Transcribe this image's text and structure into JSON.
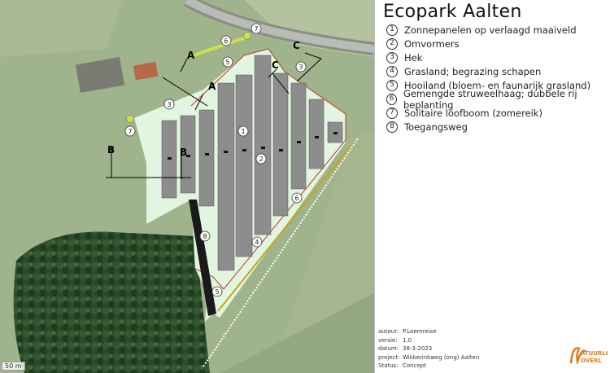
{
  "title": "Ecopark Aalten",
  "legend": [
    {
      "num": "1",
      "label": "Zonnepanelen op verlaagd maaiveld"
    },
    {
      "num": "2",
      "label": "Omvormers"
    },
    {
      "num": "3",
      "label": "Hek"
    },
    {
      "num": "4",
      "label": "Grasland; begrazing schapen"
    },
    {
      "num": "5",
      "label": "Hooiland (bloem- en faunarijk grasland)"
    },
    {
      "num": "6",
      "label": "Gemengde struweelhaag; dubbele rij beplanting"
    },
    {
      "num": "7",
      "label": "Solitaire loofboom (zomereik)"
    },
    {
      "num": "8",
      "label": "Toegangsweg"
    }
  ],
  "meta": [
    {
      "key": "auteur:",
      "value": "P.Leemreise"
    },
    {
      "key": "versie:",
      "value": "1.0"
    },
    {
      "key": "datum:",
      "value": "38-3-2023"
    },
    {
      "key": "project:",
      "value": "Wikkerinkweg (ong) Aalten"
    },
    {
      "key": "Status:",
      "value": "Concept"
    }
  ],
  "scale_label": "50 m",
  "section_labels": {
    "a": "A",
    "b": "B",
    "c": "C"
  },
  "logo": {
    "line1": "ATUURLI",
    "line2": "OVERL"
  },
  "colors": {
    "panel": "#8d8d8d",
    "field": "#e2f5e0",
    "grass": "#a7bb92",
    "forest": "#1f3a1f",
    "hedge": "#cde04a",
    "fence": "#c0392b"
  }
}
